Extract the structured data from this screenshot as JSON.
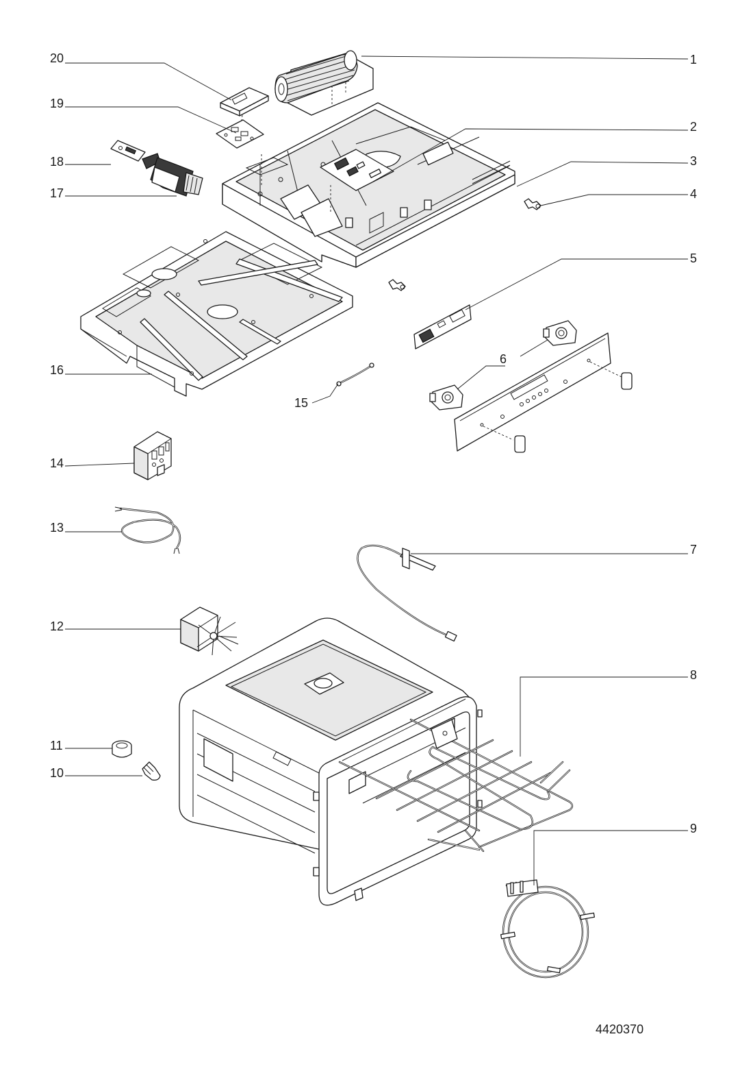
{
  "diagram": {
    "drawing_number": "4420370",
    "callouts": [
      {
        "id": "c1",
        "label": "1"
      },
      {
        "id": "c2",
        "label": "2"
      },
      {
        "id": "c3",
        "label": "3"
      },
      {
        "id": "c4",
        "label": "4"
      },
      {
        "id": "c5",
        "label": "5"
      },
      {
        "id": "c6",
        "label": "6"
      },
      {
        "id": "c7",
        "label": "7"
      },
      {
        "id": "c8",
        "label": "8"
      },
      {
        "id": "c9",
        "label": "9"
      },
      {
        "id": "c10",
        "label": "10"
      },
      {
        "id": "c11",
        "label": "11"
      },
      {
        "id": "c12",
        "label": "12"
      },
      {
        "id": "c13",
        "label": "13"
      },
      {
        "id": "c14",
        "label": "14"
      },
      {
        "id": "c15",
        "label": "15"
      },
      {
        "id": "c16",
        "label": "16"
      },
      {
        "id": "c17",
        "label": "17"
      },
      {
        "id": "c18",
        "label": "18"
      },
      {
        "id": "c19",
        "label": "19"
      },
      {
        "id": "c20",
        "label": "20"
      }
    ],
    "colors": {
      "line": "#1a1a1a",
      "background": "#ffffff",
      "fill_light": "#e8e8e8",
      "fill_dark": "#3a3a3a"
    }
  }
}
